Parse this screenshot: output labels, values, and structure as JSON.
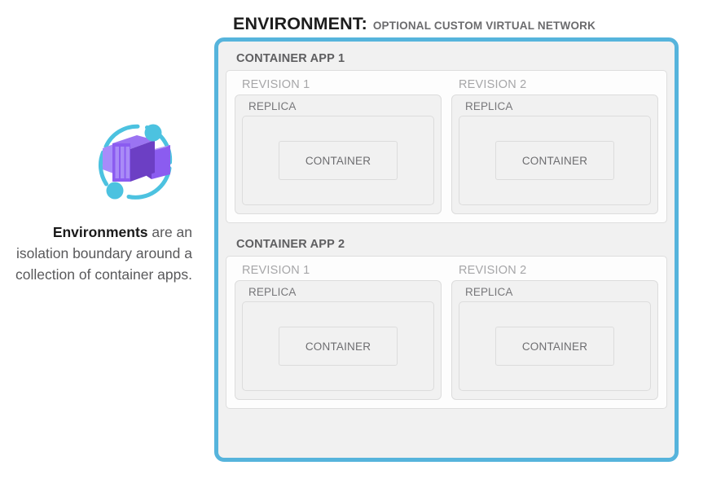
{
  "title": {
    "main": "ENVIRONMENT:",
    "sub": "OPTIONAL CUSTOM VIRTUAL NETWORK"
  },
  "caption": {
    "strong": "Environments",
    "rest": " are an isolation boundary around a collection of container apps."
  },
  "icon": {
    "name": "azure-container-apps-icon",
    "purple_dark": "#6c3fc4",
    "purple_mid": "#8b5cf0",
    "purple_light": "#a78bfa",
    "cyan": "#4cc2e0"
  },
  "colors": {
    "environment_border": "#56b4dc",
    "panel_background": "#f1f1f1",
    "box_border": "#dcdcdc",
    "app_title_text": "#5e5e60",
    "revision_text": "#a6a6a8",
    "replica_text": "#77777a",
    "container_text": "#6d6d70"
  },
  "labels": {
    "replica": "REPLICA",
    "container": "CONTAINER"
  },
  "apps": [
    {
      "name": "CONTAINER APP 1",
      "revisions": [
        {
          "name": "REVISION 1",
          "replica": "REPLICA",
          "container": "CONTAINER"
        },
        {
          "name": "REVISION 2",
          "replica": "REPLICA",
          "container": "CONTAINER"
        }
      ]
    },
    {
      "name": "CONTAINER APP 2",
      "revisions": [
        {
          "name": "REVISION 1",
          "replica": "REPLICA",
          "container": "CONTAINER"
        },
        {
          "name": "REVISION 2",
          "replica": "REPLICA",
          "container": "CONTAINER"
        }
      ]
    }
  ]
}
